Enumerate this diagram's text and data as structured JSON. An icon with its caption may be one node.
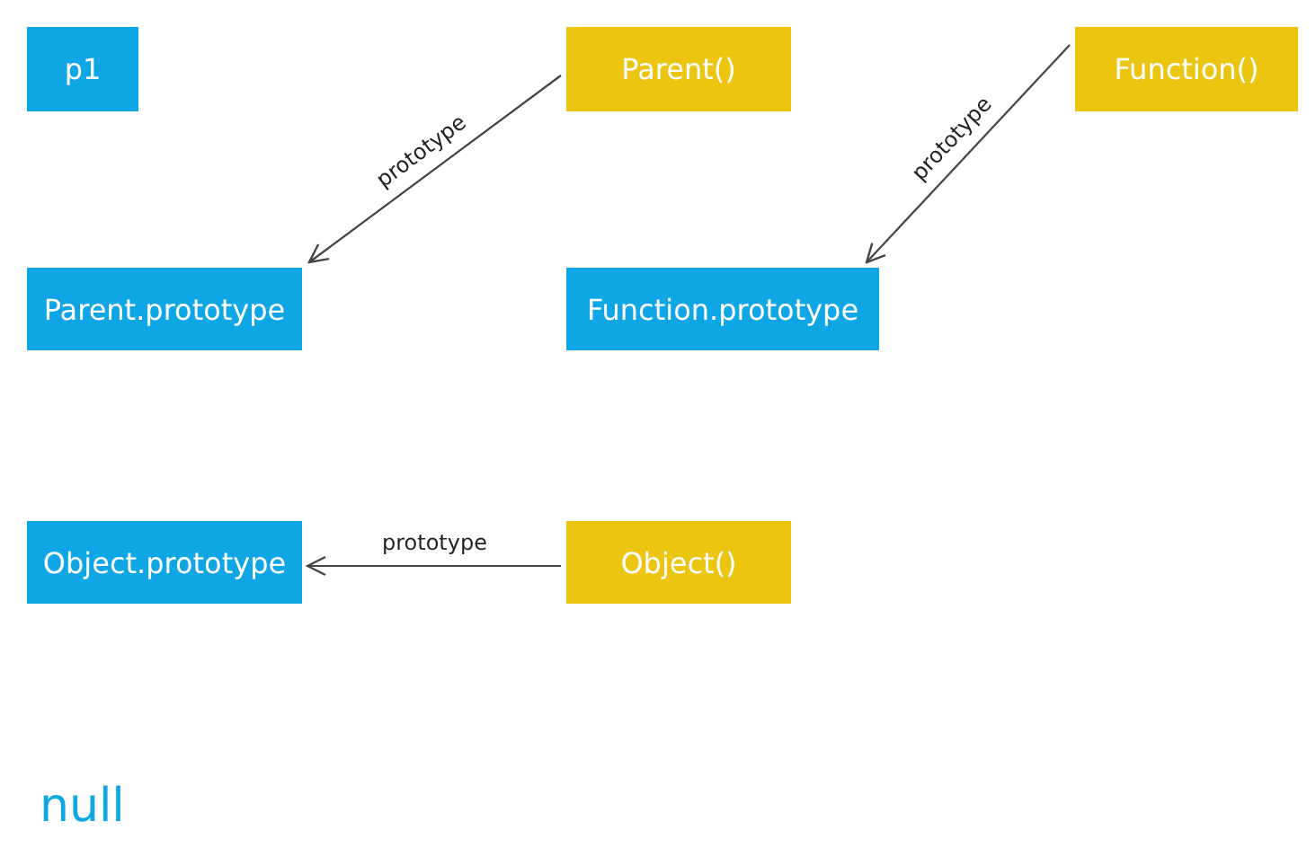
{
  "diagram": {
    "nodes": [
      {
        "text": [
          "p1"
        ]
      },
      {
        "text": [
          "Parent()"
        ]
      },
      {
        "text": [
          "Function()"
        ]
      },
      {
        "text": [
          "Parent.prototype"
        ]
      },
      {
        "text": [
          "Function.prototype"
        ]
      },
      {
        "text": [
          "Object.prototype"
        ]
      },
      {
        "text": [
          "Object()"
        ]
      }
    ],
    "edges": [
      {
        "from": 1,
        "to": 3,
        "arrow": "to",
        "label": "prototype"
      },
      {
        "from": 2,
        "to": 4,
        "arrow": "to",
        "label": "prototype"
      },
      {
        "from": 6,
        "to": 5,
        "arrow": "to",
        "label": "prototype"
      }
    ],
    "labels": [
      "null"
    ]
  }
}
